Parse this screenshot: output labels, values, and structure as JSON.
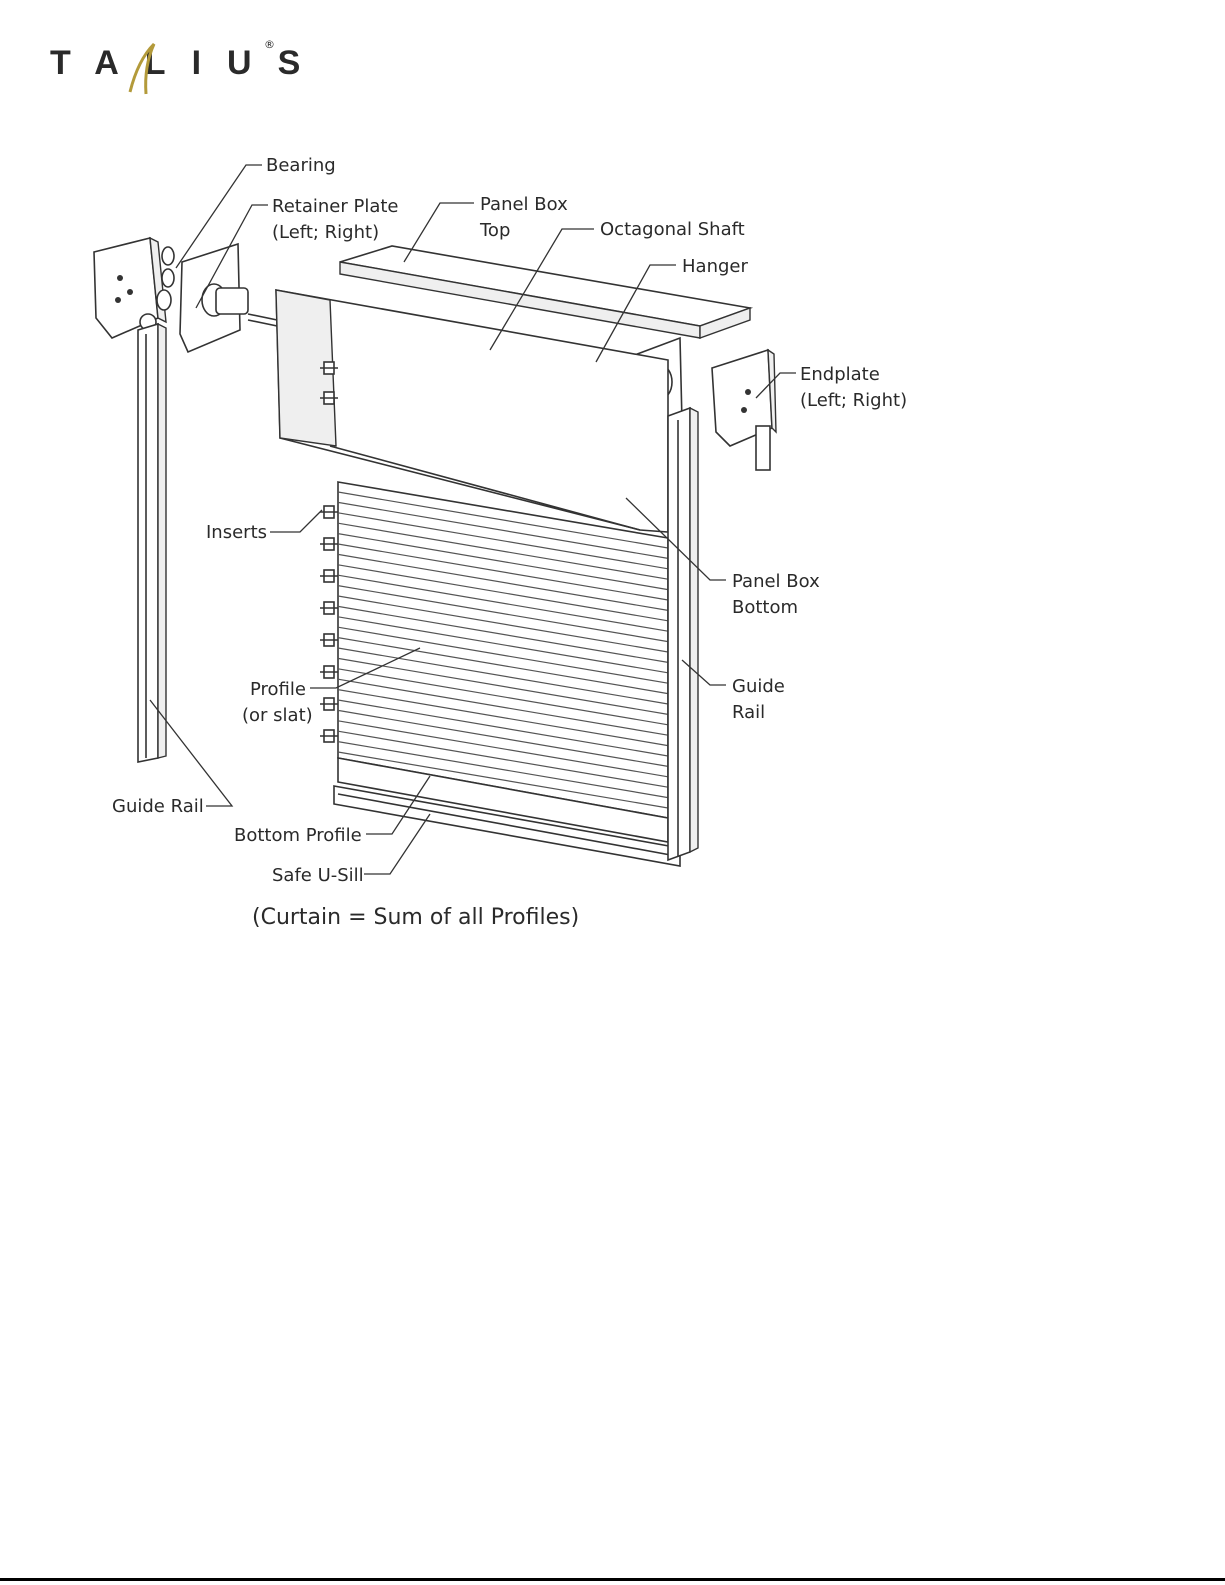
{
  "brand": {
    "name": "TALIUS",
    "mark": "®",
    "accent_color": "#b39a3a"
  },
  "labels": {
    "bearing": "Bearing",
    "retainer_plate_1": "Retainer Plate",
    "retainer_plate_2": "(Left; Right)",
    "panel_box_top_1": "Panel Box",
    "panel_box_top_2": "Top",
    "octagonal_shaft": "Octagonal Shaft",
    "hanger": "Hanger",
    "endplate_1": "Endplate",
    "endplate_2": "(Left; Right)",
    "inserts": "Inserts",
    "panel_box_bottom_1": "Panel Box",
    "panel_box_bottom_2": "Bottom",
    "profile_1": "Profile",
    "profile_2": "(or slat)",
    "guide_rail_right_1": "Guide",
    "guide_rail_right_2": "Rail",
    "guide_rail_left": "Guide Rail",
    "bottom_profile": "Bottom Profile",
    "safe_u_sill": "Safe U-Sill",
    "caption": "(Curtain  =  Sum  of  all  Profiles)"
  }
}
